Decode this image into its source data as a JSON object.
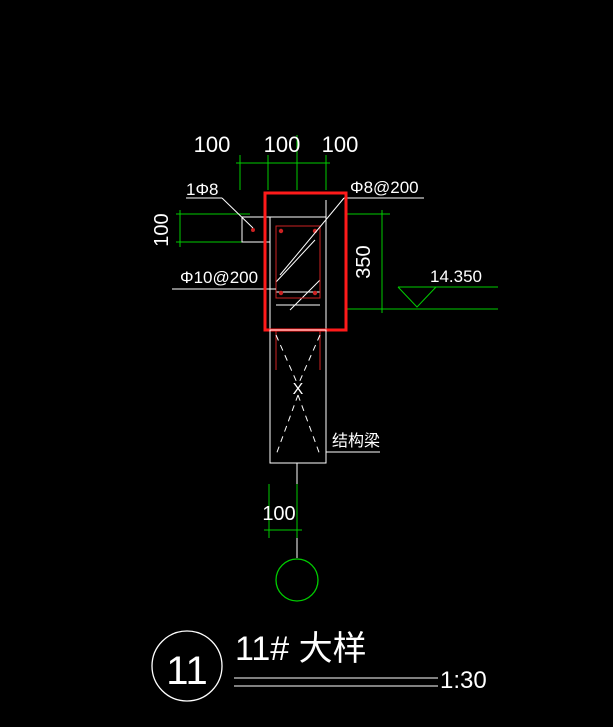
{
  "drawing": {
    "dims": {
      "top_left": "100",
      "top_mid": "100",
      "top_right": "100",
      "left_height": "100",
      "right_height": "350",
      "bottom": "100"
    },
    "rebar": {
      "top_bar": "1Φ8",
      "stirrup": "Φ8@200",
      "side_bar": "Φ10@200"
    },
    "elevation": "14.350",
    "beam_label": "结构梁",
    "column_mark": "X",
    "title": {
      "number": "11",
      "name": "11# 大样",
      "scale": "1:30"
    },
    "colors": {
      "background": "#000000",
      "dimension": "#00cc00",
      "outline": "#ffffff",
      "rebar": "#cc2222",
      "highlight": "#ff1a1a"
    }
  }
}
